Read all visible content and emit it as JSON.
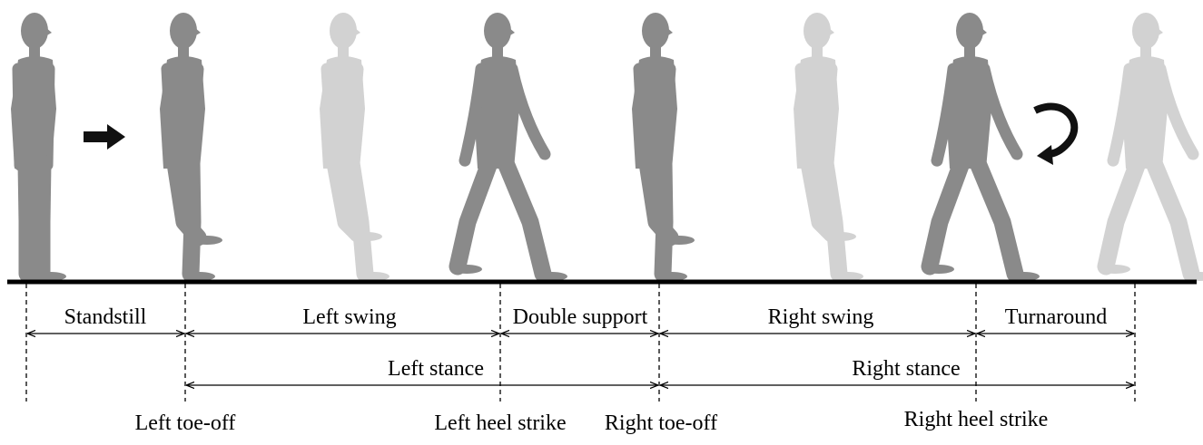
{
  "colors": {
    "dark_figure": "#8a8a8a",
    "light_figure": "#d2d2d2",
    "ground": "#000000",
    "lines": "#000000",
    "arrow": "#111111"
  },
  "figures": [
    {
      "name": "standing-figure",
      "pose": "stand",
      "tone": "dark"
    },
    {
      "name": "walker-left-toe-off",
      "pose": "toeoff",
      "tone": "dark"
    },
    {
      "name": "walker-left-swing",
      "pose": "swing",
      "tone": "light"
    },
    {
      "name": "walker-left-heel-strike",
      "pose": "stride",
      "tone": "dark"
    },
    {
      "name": "walker-right-toe-off",
      "pose": "toeoff",
      "tone": "dark"
    },
    {
      "name": "walker-right-swing",
      "pose": "swing",
      "tone": "light"
    },
    {
      "name": "walker-right-heel-strike",
      "pose": "stride",
      "tone": "dark"
    },
    {
      "name": "walker-turnaround",
      "pose": "stride",
      "tone": "light"
    }
  ],
  "icons": {
    "start_arrow": "right-arrow-icon",
    "turn_arrow": "turnaround-arrow-icon"
  },
  "phases": {
    "standstill": "Standstill",
    "left_swing": "Left swing",
    "double_support": "Double support",
    "right_swing": "Right swing",
    "turnaround": "Turnaround",
    "left_stance": "Left stance",
    "right_stance": "Right stance"
  },
  "events": {
    "left_toe_off": "Left toe-off",
    "left_heel_strike": "Left heel strike",
    "right_toe_off": "Right toe-off",
    "right_heel_strike": "Right heel strike"
  }
}
